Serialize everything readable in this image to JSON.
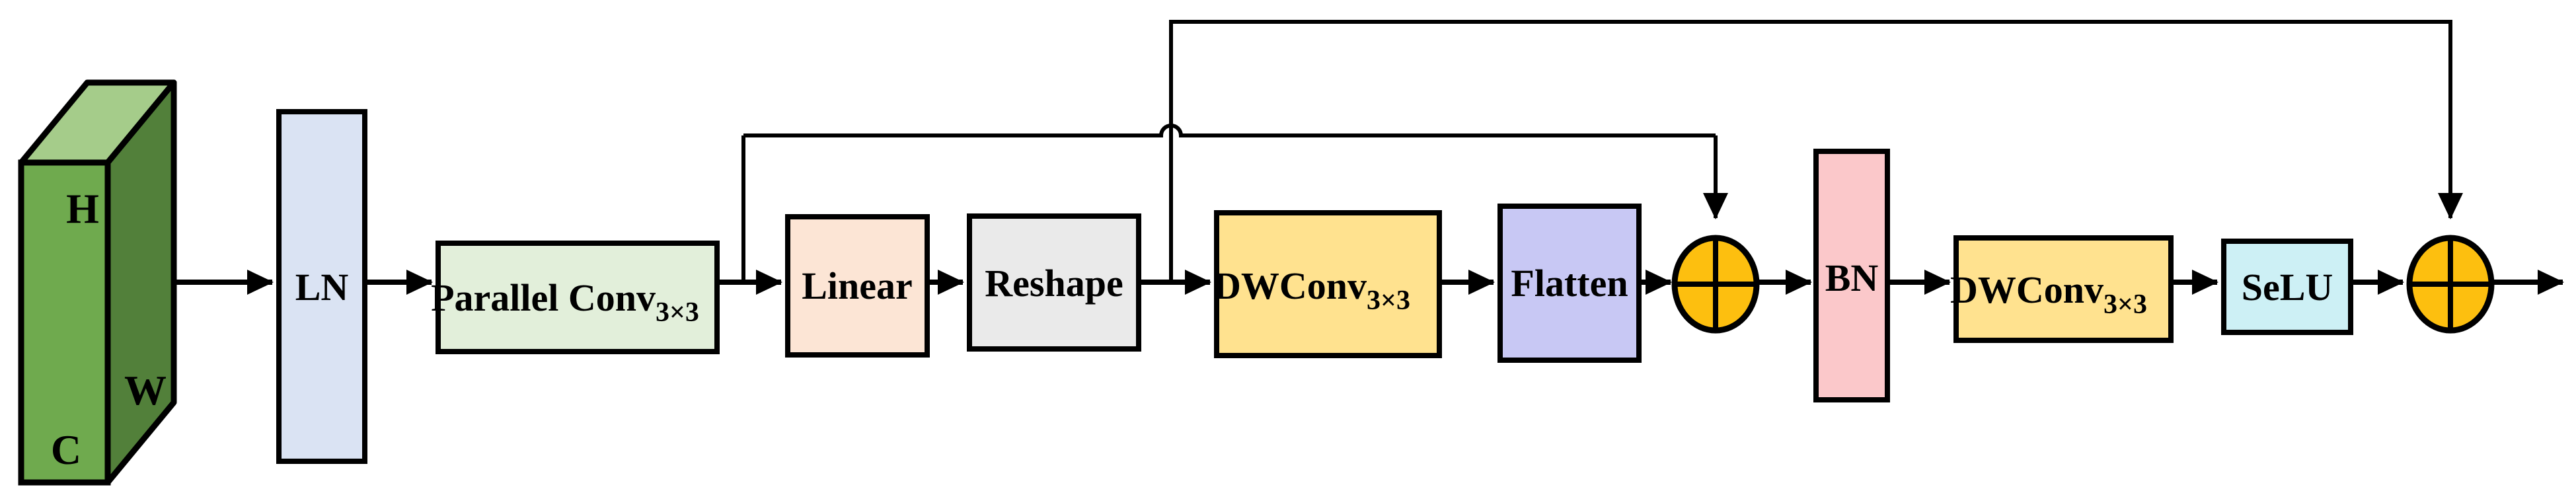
{
  "diagram": {
    "background_color": "#ffffff",
    "line_color": "#000000",
    "input_tensor": {
      "height_label": "H",
      "width_label": "W",
      "channels_label": "C",
      "front_color": "#6faa4e",
      "top_color": "#a5cc8a",
      "side_color": "#52803a"
    },
    "nodes": [
      {
        "id": "ln",
        "label": "LN",
        "subscript": "",
        "color": "#dae3f3"
      },
      {
        "id": "parallel-conv",
        "label": "Parallel Conv",
        "subscript": "3×3",
        "color": "#e2efda"
      },
      {
        "id": "linear",
        "label": "Linear",
        "subscript": "",
        "color": "#fce5d5"
      },
      {
        "id": "reshape",
        "label": "Reshape",
        "subscript": "",
        "color": "#eaeaea"
      },
      {
        "id": "dwconv-1",
        "label": "DWConv",
        "subscript": "3×3",
        "color": "#ffe28f"
      },
      {
        "id": "flatten",
        "label": "Flatten",
        "subscript": "",
        "color": "#c8c8f4"
      },
      {
        "id": "bn",
        "label": "BN",
        "subscript": "",
        "color": "#fbc8ca"
      },
      {
        "id": "dwconv-2",
        "label": "DWConv",
        "subscript": "3×3",
        "color": "#ffe28f"
      },
      {
        "id": "selu",
        "label": "SeLU",
        "subscript": "",
        "color": "#cdf0f5"
      }
    ],
    "operators": [
      {
        "id": "add-1",
        "type": "element-wise-add",
        "symbol": "⊕",
        "color": "#fdbf0f"
      },
      {
        "id": "add-2",
        "type": "element-wise-add",
        "symbol": "⊕",
        "color": "#fdbf0f"
      }
    ]
  }
}
